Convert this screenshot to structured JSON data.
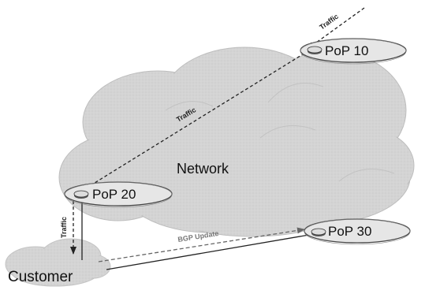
{
  "network": {
    "label": "Network"
  },
  "pops": [
    {
      "id": "pop10",
      "label": "PoP 10"
    },
    {
      "id": "pop20",
      "label": "PoP 20"
    },
    {
      "id": "pop30",
      "label": "PoP 30"
    }
  ],
  "customer": {
    "label": "Customer"
  },
  "edges": {
    "traffic_in": "Traffic",
    "traffic_pop10_pop20": "Traffic",
    "traffic_pop20_customer": "Traffic",
    "bgp_update": "BGP Update"
  },
  "colors": {
    "cloud_fill": "#d2d2d2",
    "cloud_stroke": "#bdbdbd",
    "pop_fill": "#e6e6e6",
    "line": "#222222",
    "bgp_line": "#666666"
  }
}
